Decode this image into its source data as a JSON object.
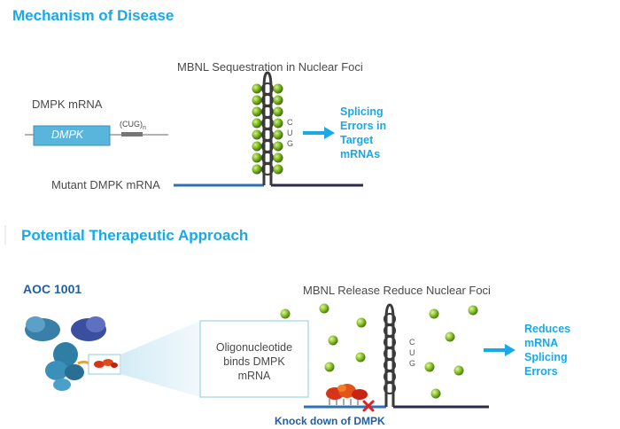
{
  "section1": {
    "title": "Mechanism of Disease",
    "diagram_caption": "MBNL Sequestration in Nuclear Foci",
    "dmpk_mrna_label": "DMPK mRNA",
    "gene_box_label": "DMPK",
    "repeat_label": "(CUG)",
    "repeat_subscript": "n",
    "mutant_label": "Mutant DMPK mRNA",
    "cug_letters": [
      "C",
      "U",
      "G"
    ],
    "result_lines": [
      "Splicing",
      "Errors in",
      "Target",
      "mRNAs"
    ]
  },
  "section2": {
    "title": "Potential Therapeutic Approach",
    "drug_name": "AOC 1001",
    "diagram_caption": "MBNL Release Reduce Nuclear Foci",
    "callout_lines": [
      "Oligonucleotide",
      "binds DMPK",
      "mRNA"
    ],
    "cug_letters": [
      "C",
      "U",
      "G"
    ],
    "knockdown_label": "Knock down of DMPK",
    "result_lines": [
      "Reduces",
      "mRNA",
      "Splicing",
      "Errors"
    ]
  },
  "colors": {
    "accent": "#19a9e6",
    "navy": "#1f5fa0",
    "mrna_blue": "#2f6fb5",
    "mrna_dark": "#2a2a4a",
    "mbnl_green": "#6aa71e",
    "knockdown_red": "#e02020"
  }
}
